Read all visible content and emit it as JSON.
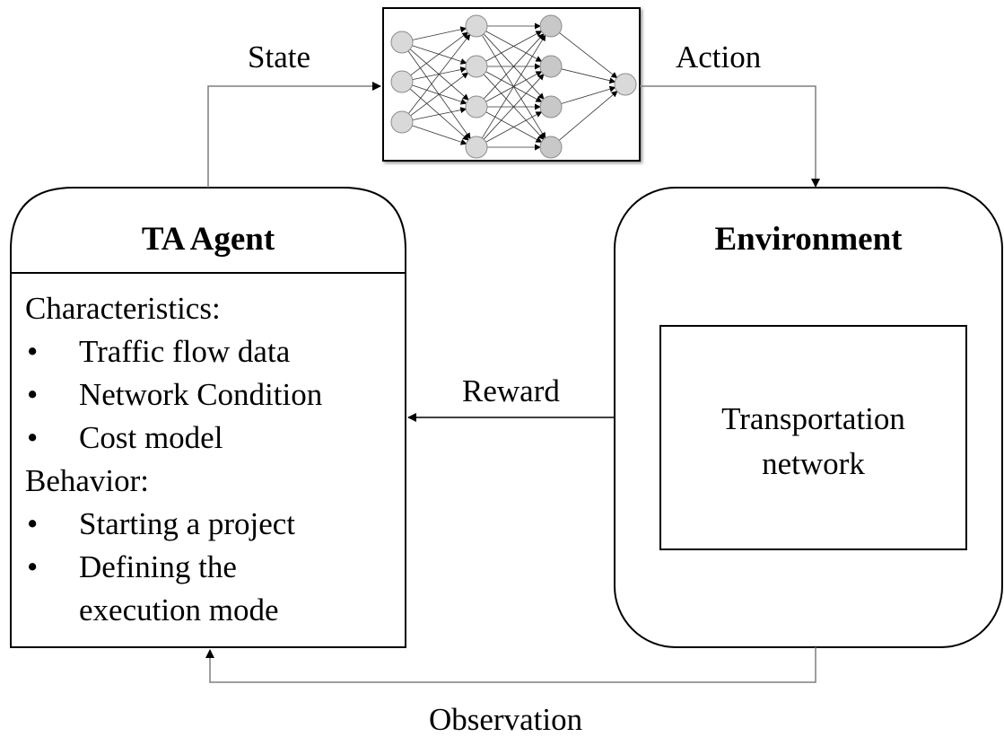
{
  "edges": {
    "state": "State",
    "action": "Action",
    "reward": "Reward",
    "observation": "Observation"
  },
  "agent": {
    "title": "TA Agent",
    "characteristics_heading": "Characteristics:",
    "characteristics": [
      "Traffic flow data",
      "Network Condition",
      "Cost model"
    ],
    "behavior_heading": "Behavior:",
    "behavior": [
      "Starting a project",
      "Defining the",
      "execution mode"
    ]
  },
  "environment": {
    "title": "Environment",
    "inner_line1": "Transportation",
    "inner_line2": "network"
  },
  "bullet_char": "•",
  "colors": {
    "line": "#000000",
    "node_light": "#d9d9d9",
    "node_mid": "#c8c8c8",
    "node_dark": "#bdbdbd",
    "node_stroke": "#8c8c8c",
    "nn_edge": "#333333",
    "arrow_line": "#7f7f7f"
  }
}
